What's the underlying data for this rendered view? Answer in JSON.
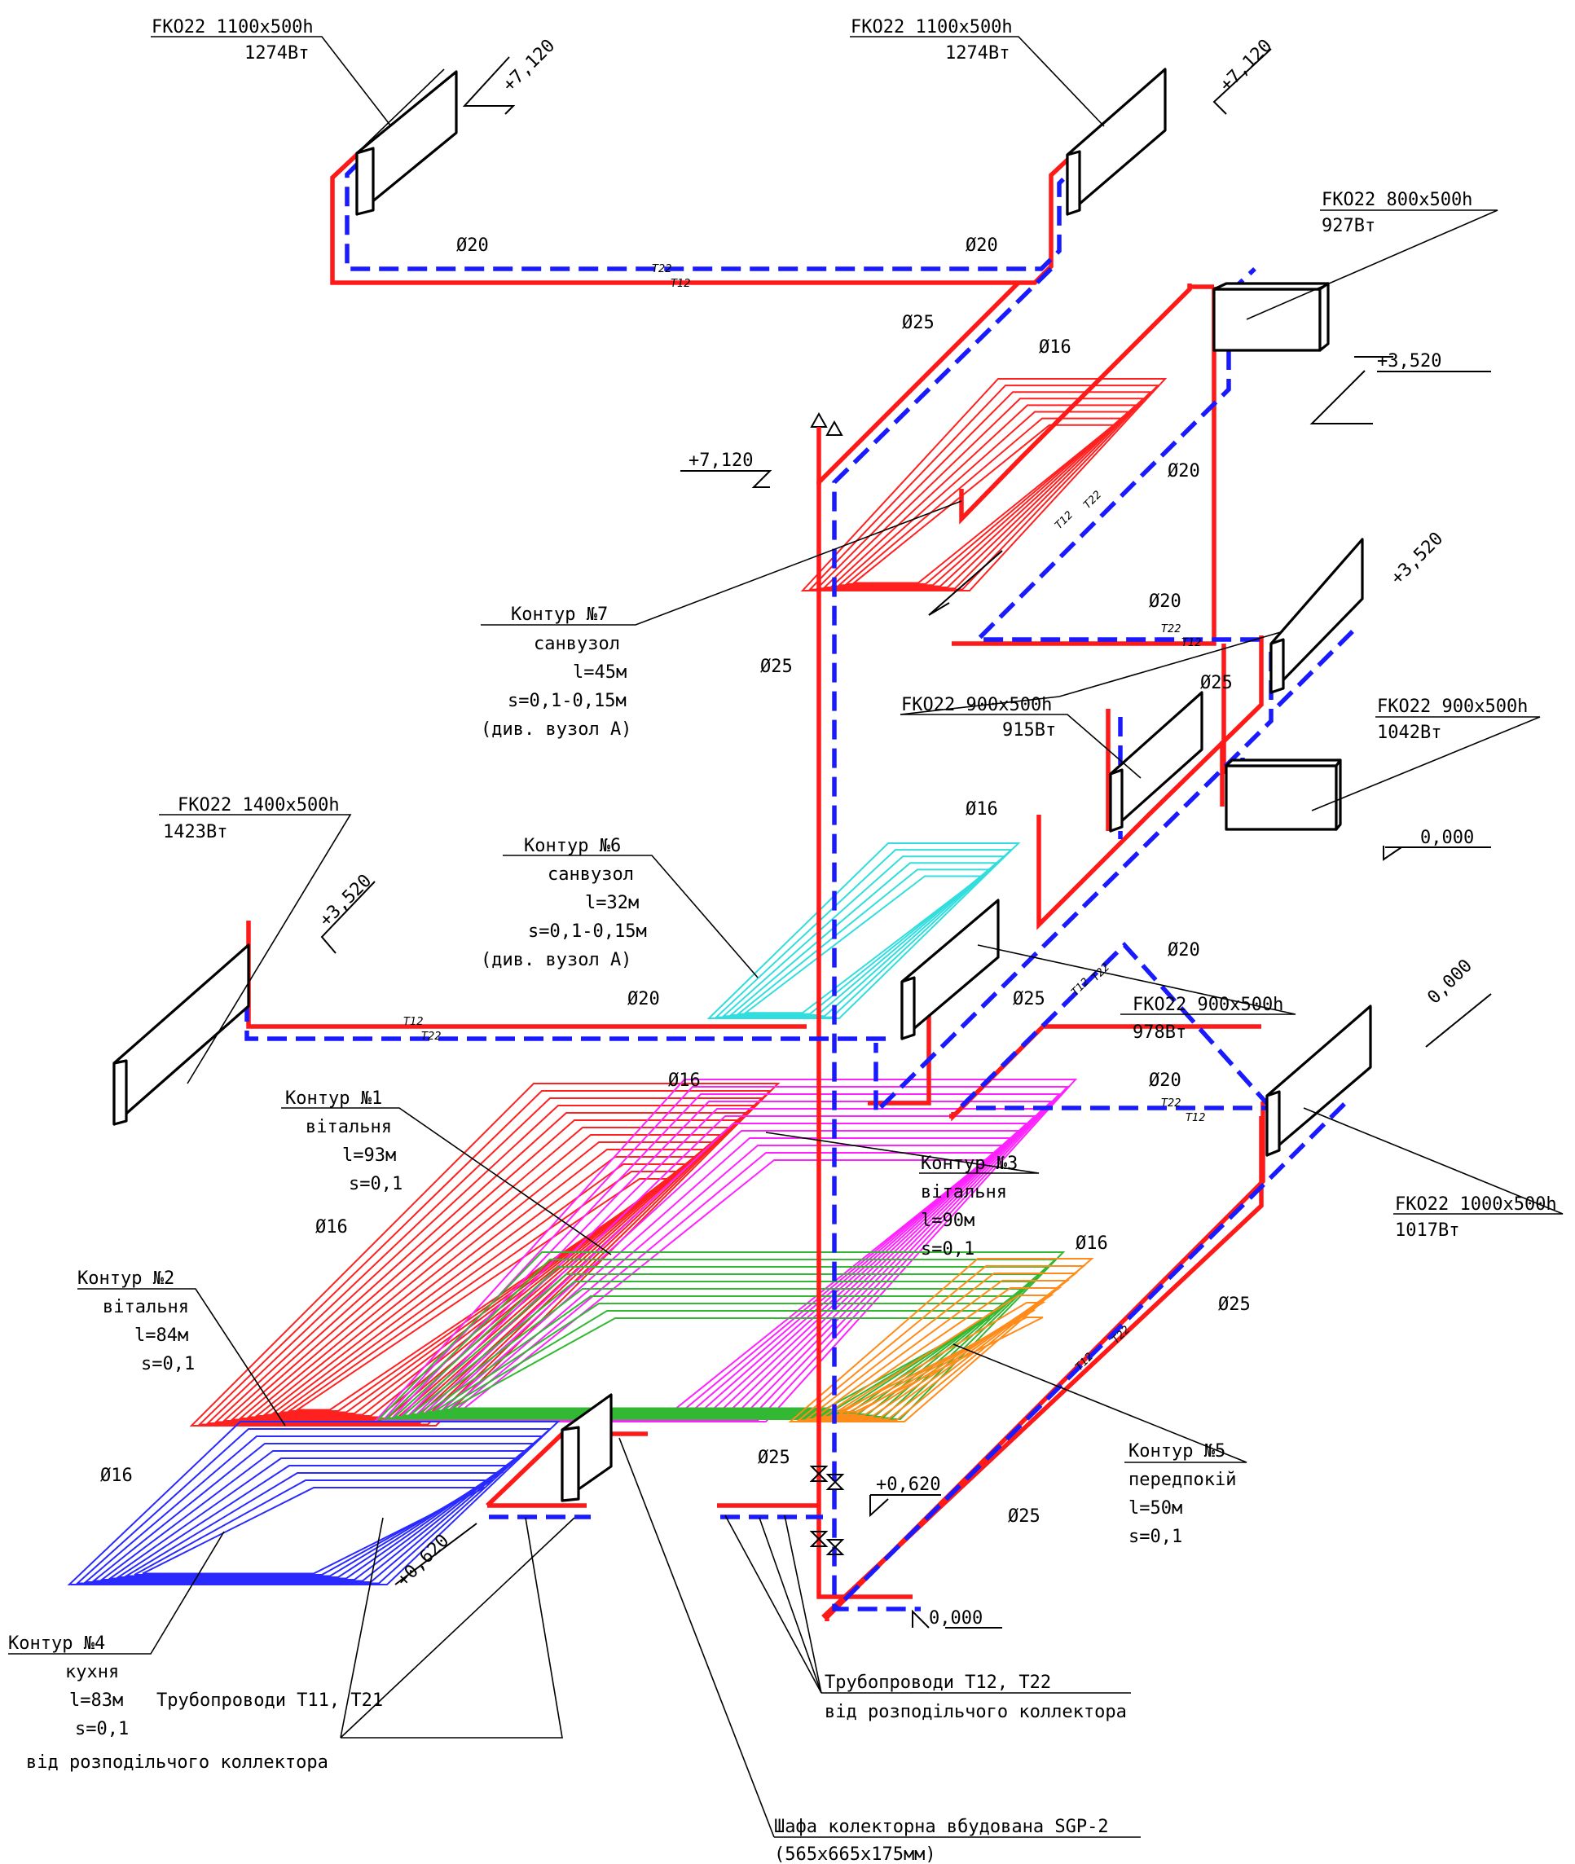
{
  "radiators": [
    {
      "model": "FKO22 1100x500h",
      "power": "1274Вт"
    },
    {
      "model": "FKO22 1100x500h",
      "power": "1274Вт"
    },
    {
      "model": "FKO22 800x500h",
      "power": "927Вт"
    },
    {
      "model": "FKO22 900x500h",
      "power": "915Вт"
    },
    {
      "model": "FKO22 900x500h",
      "power": "1042Вт"
    },
    {
      "model": "FKO22 1400x500h",
      "power": "1423Вт"
    },
    {
      "model": "FKO22 900x500h",
      "power": "978Вт"
    },
    {
      "model": "FKO22 1000x500h",
      "power": "1017Вт"
    }
  ],
  "circuits": {
    "c7": {
      "title": "Контур №7",
      "room": "санвузол",
      "length": "l=45м",
      "spacing": "s=0,1-0,15м",
      "note": "(див. вузол А)"
    },
    "c6": {
      "title": "Контур №6",
      "room": "санвузол",
      "length": "l=32м",
      "spacing": "s=0,1-0,15м",
      "note": "(див. вузол А)"
    },
    "c1": {
      "title": "Контур №1",
      "room": "вітальня",
      "length": "l=93м",
      "spacing": "s=0,1"
    },
    "c3": {
      "title": "Контур №3",
      "room": "вітальня",
      "length": "l=90м",
      "spacing": "s=0,1"
    },
    "c2": {
      "title": "Контур №2",
      "room": "вітальня",
      "length": "l=84м",
      "spacing": "s=0,1"
    },
    "c5": {
      "title": "Контур №5",
      "room": "передпокій",
      "length": "l=50м",
      "spacing": "s=0,1"
    },
    "c4": {
      "title": "Контур №4",
      "room": "кухня",
      "length": "l=83м",
      "spacing": "s=0,1"
    }
  },
  "levels": {
    "top_a": "+7,120",
    "top_b": "+7,120",
    "riser": "+7,120",
    "mid_right": "+3,520",
    "mid_right2": "+3,520",
    "mid_left": "+3,520",
    "zero_right": "0,000",
    "zero_right2": "0,000",
    "zero_bottom": "0,000",
    "valve_level": "+0,620",
    "cabinet_level": "+0,620"
  },
  "diameters": {
    "d20": "Ø20",
    "d25": "Ø25",
    "d16": "Ø16"
  },
  "pipe_codes": {
    "t12": "Т12",
    "t22": "Т22"
  },
  "notes": {
    "pipes_t11": "Трубопроводи Т11, Т21",
    "pipes_t11_sub": "від розподільчого коллектора",
    "pipes_t12": "Трубопроводи Т12, Т22",
    "pipes_t12_sub": "від розподільчого коллектора",
    "cabinet": "Шафа колекторна вбудована SGP-2",
    "cabinet_size": "(565х665х175мм)"
  },
  "colors": {
    "supply": "#ff1a1a",
    "return": "#1a1aff",
    "c1": "#ff2020",
    "c2": "#ff2020",
    "c3": "#ff22ff",
    "c4": "#2a2aff",
    "c5": "#ff8c1a",
    "c6": "#33dddd",
    "c7": "#ff2020",
    "green": "#33b833"
  }
}
